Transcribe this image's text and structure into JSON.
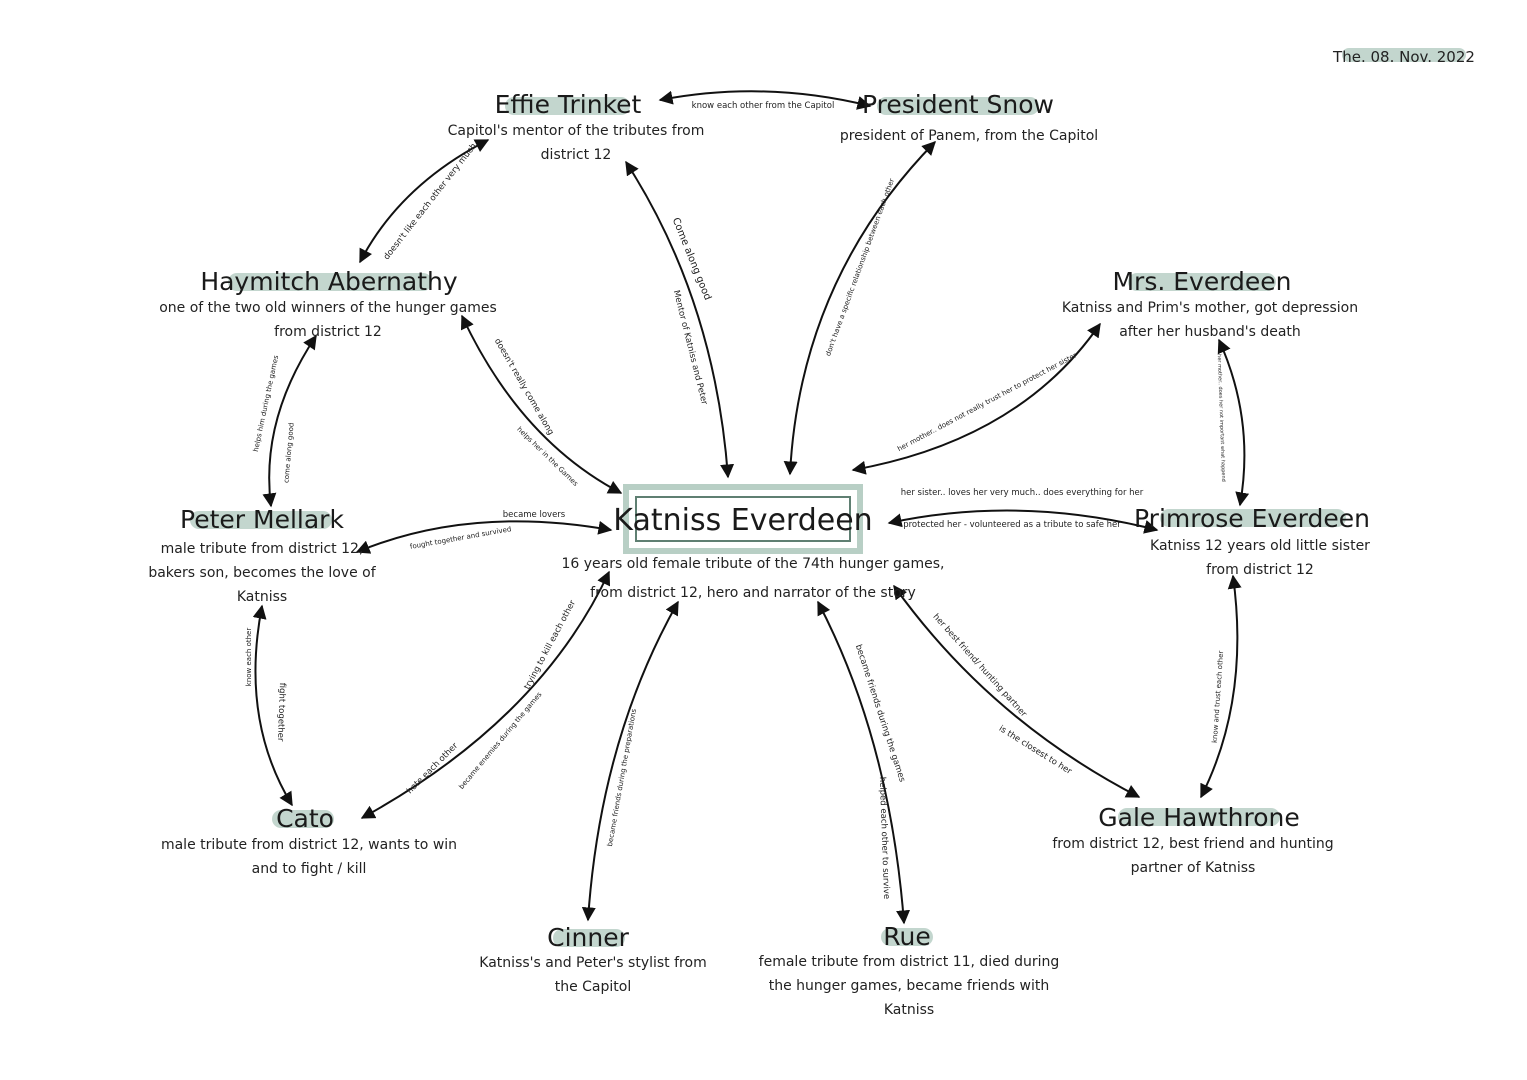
{
  "date": "The. 08. Nov. 2022",
  "center": {
    "name": "Katniss Everdeen",
    "desc": [
      "16 years old female tribute of the 74th hunger games,",
      "from district 12, hero and narrator of the story"
    ]
  },
  "characters": {
    "effie": {
      "name": "Effie Trinket",
      "desc": [
        "Capitol's mentor of the tributes from",
        "district 12"
      ]
    },
    "snow": {
      "name": "President Snow",
      "desc": [
        "president of Panem, from the Capitol"
      ]
    },
    "haymitch": {
      "name": "Haymitch Abernathy",
      "desc": [
        "one of the two old winners of the hunger games",
        "from district 12"
      ]
    },
    "mrs": {
      "name": "Mrs. Everdeen",
      "desc": [
        "Katniss and Prim's mother, got depression",
        "after her husband's death"
      ]
    },
    "peter": {
      "name": "Peter Mellark",
      "desc": [
        "male tribute from district 12,",
        "bakers son, becomes the love of",
        "Katniss"
      ]
    },
    "prim": {
      "name": "Primrose Everdeen",
      "desc": [
        "Katniss 12 years old little sister",
        "from district 12"
      ]
    },
    "cato": {
      "name": "Cato",
      "desc": [
        "male tribute from district 12, wants to win",
        "and to fight / kill"
      ]
    },
    "gale": {
      "name": "Gale Hawthrone",
      "desc": [
        "from district 12, best friend and hunting",
        "partner of Katniss"
      ]
    },
    "cinner": {
      "name": "Cinner",
      "desc": [
        "Katniss's and Peter's stylist from",
        "the Capitol"
      ]
    },
    "rue": {
      "name": "Rue",
      "desc": [
        "female tribute from district 11, died during",
        "the hunger games, became friends with",
        "Katniss"
      ]
    }
  },
  "relations": {
    "effie_snow": "know each other from the Capitol",
    "effie_haymitch": "doesn't like each other very much",
    "effie_katniss_1": "Come along good",
    "effie_katniss_2": "Mentor of Katniss and Peter",
    "snow_katniss": "don't have a specific relationship between each other",
    "haymitch_katniss_1": "doesn't really come along",
    "haymitch_katniss_2": "helps her in the Games",
    "haymitch_peter_1": "helps him during the games",
    "haymitch_peter_2": "come along good",
    "mrs_katniss": "her mother.. does not really trust her to protect her sister",
    "mrs_prim": "her mother.. does her not important what happend",
    "peter_katniss_1": "became lovers",
    "peter_katniss_2": "fought together and survived",
    "prim_katniss_1": "her sister.. loves her very much.. does everything for her",
    "prim_katniss_2": "protected her - volunteered as a tribute to safe her",
    "peter_cato_1": "know each other",
    "peter_cato_2": "fight together",
    "cato_katniss_1": "trying to kill each other",
    "cato_katniss_2": "hate each other",
    "cato_katniss_3": "became enemies during the games",
    "cinner_katniss": "became friends during the preparations",
    "rue_katniss_1": "became friends during the games",
    "rue_katniss_2": "helped each other to survive",
    "gale_katniss_1": "her best friend/ hunting partner",
    "gale_katniss_2": "is the closest to her",
    "gale_prim": "know and trust each other"
  }
}
